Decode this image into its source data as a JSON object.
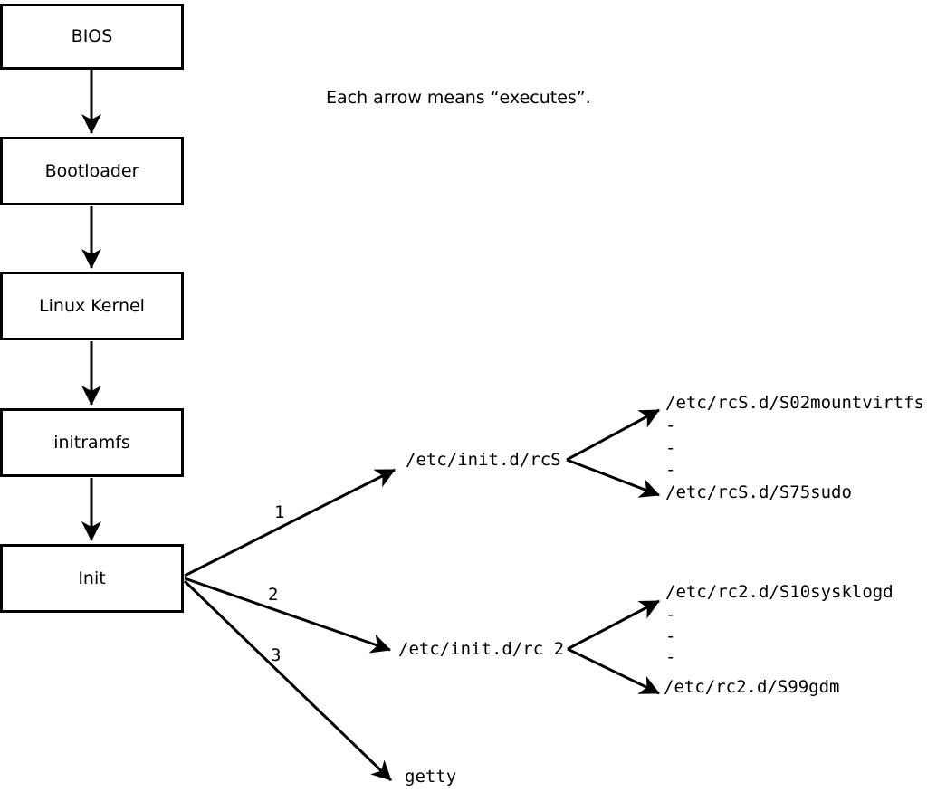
{
  "annotation": "Each arrow means “executes”.",
  "boot_chain": [
    {
      "label": "BIOS"
    },
    {
      "label": "Bootloader"
    },
    {
      "label": "Linux Kernel"
    },
    {
      "label": "initramfs"
    },
    {
      "label": "Init"
    }
  ],
  "init_branches": [
    {
      "order": "1",
      "target": "/etc/init.d/rcS"
    },
    {
      "order": "2",
      "target": "/etc/init.d/rc 2"
    },
    {
      "order": "3",
      "target": "getty"
    }
  ],
  "rcS_scripts": {
    "first": "/etc/rcS.d/S02mountvirtfs",
    "ellipsis": [
      "-",
      "-",
      "-"
    ],
    "last": "/etc/rcS.d/S75sudo"
  },
  "rc2_scripts": {
    "first": "/etc/rc2.d/S10sysklogd",
    "ellipsis": [
      "-",
      "-",
      "-"
    ],
    "last": "/etc/rc2.d/S99gdm"
  },
  "colors": {
    "ink": "#000000",
    "paper": "#ffffff"
  }
}
